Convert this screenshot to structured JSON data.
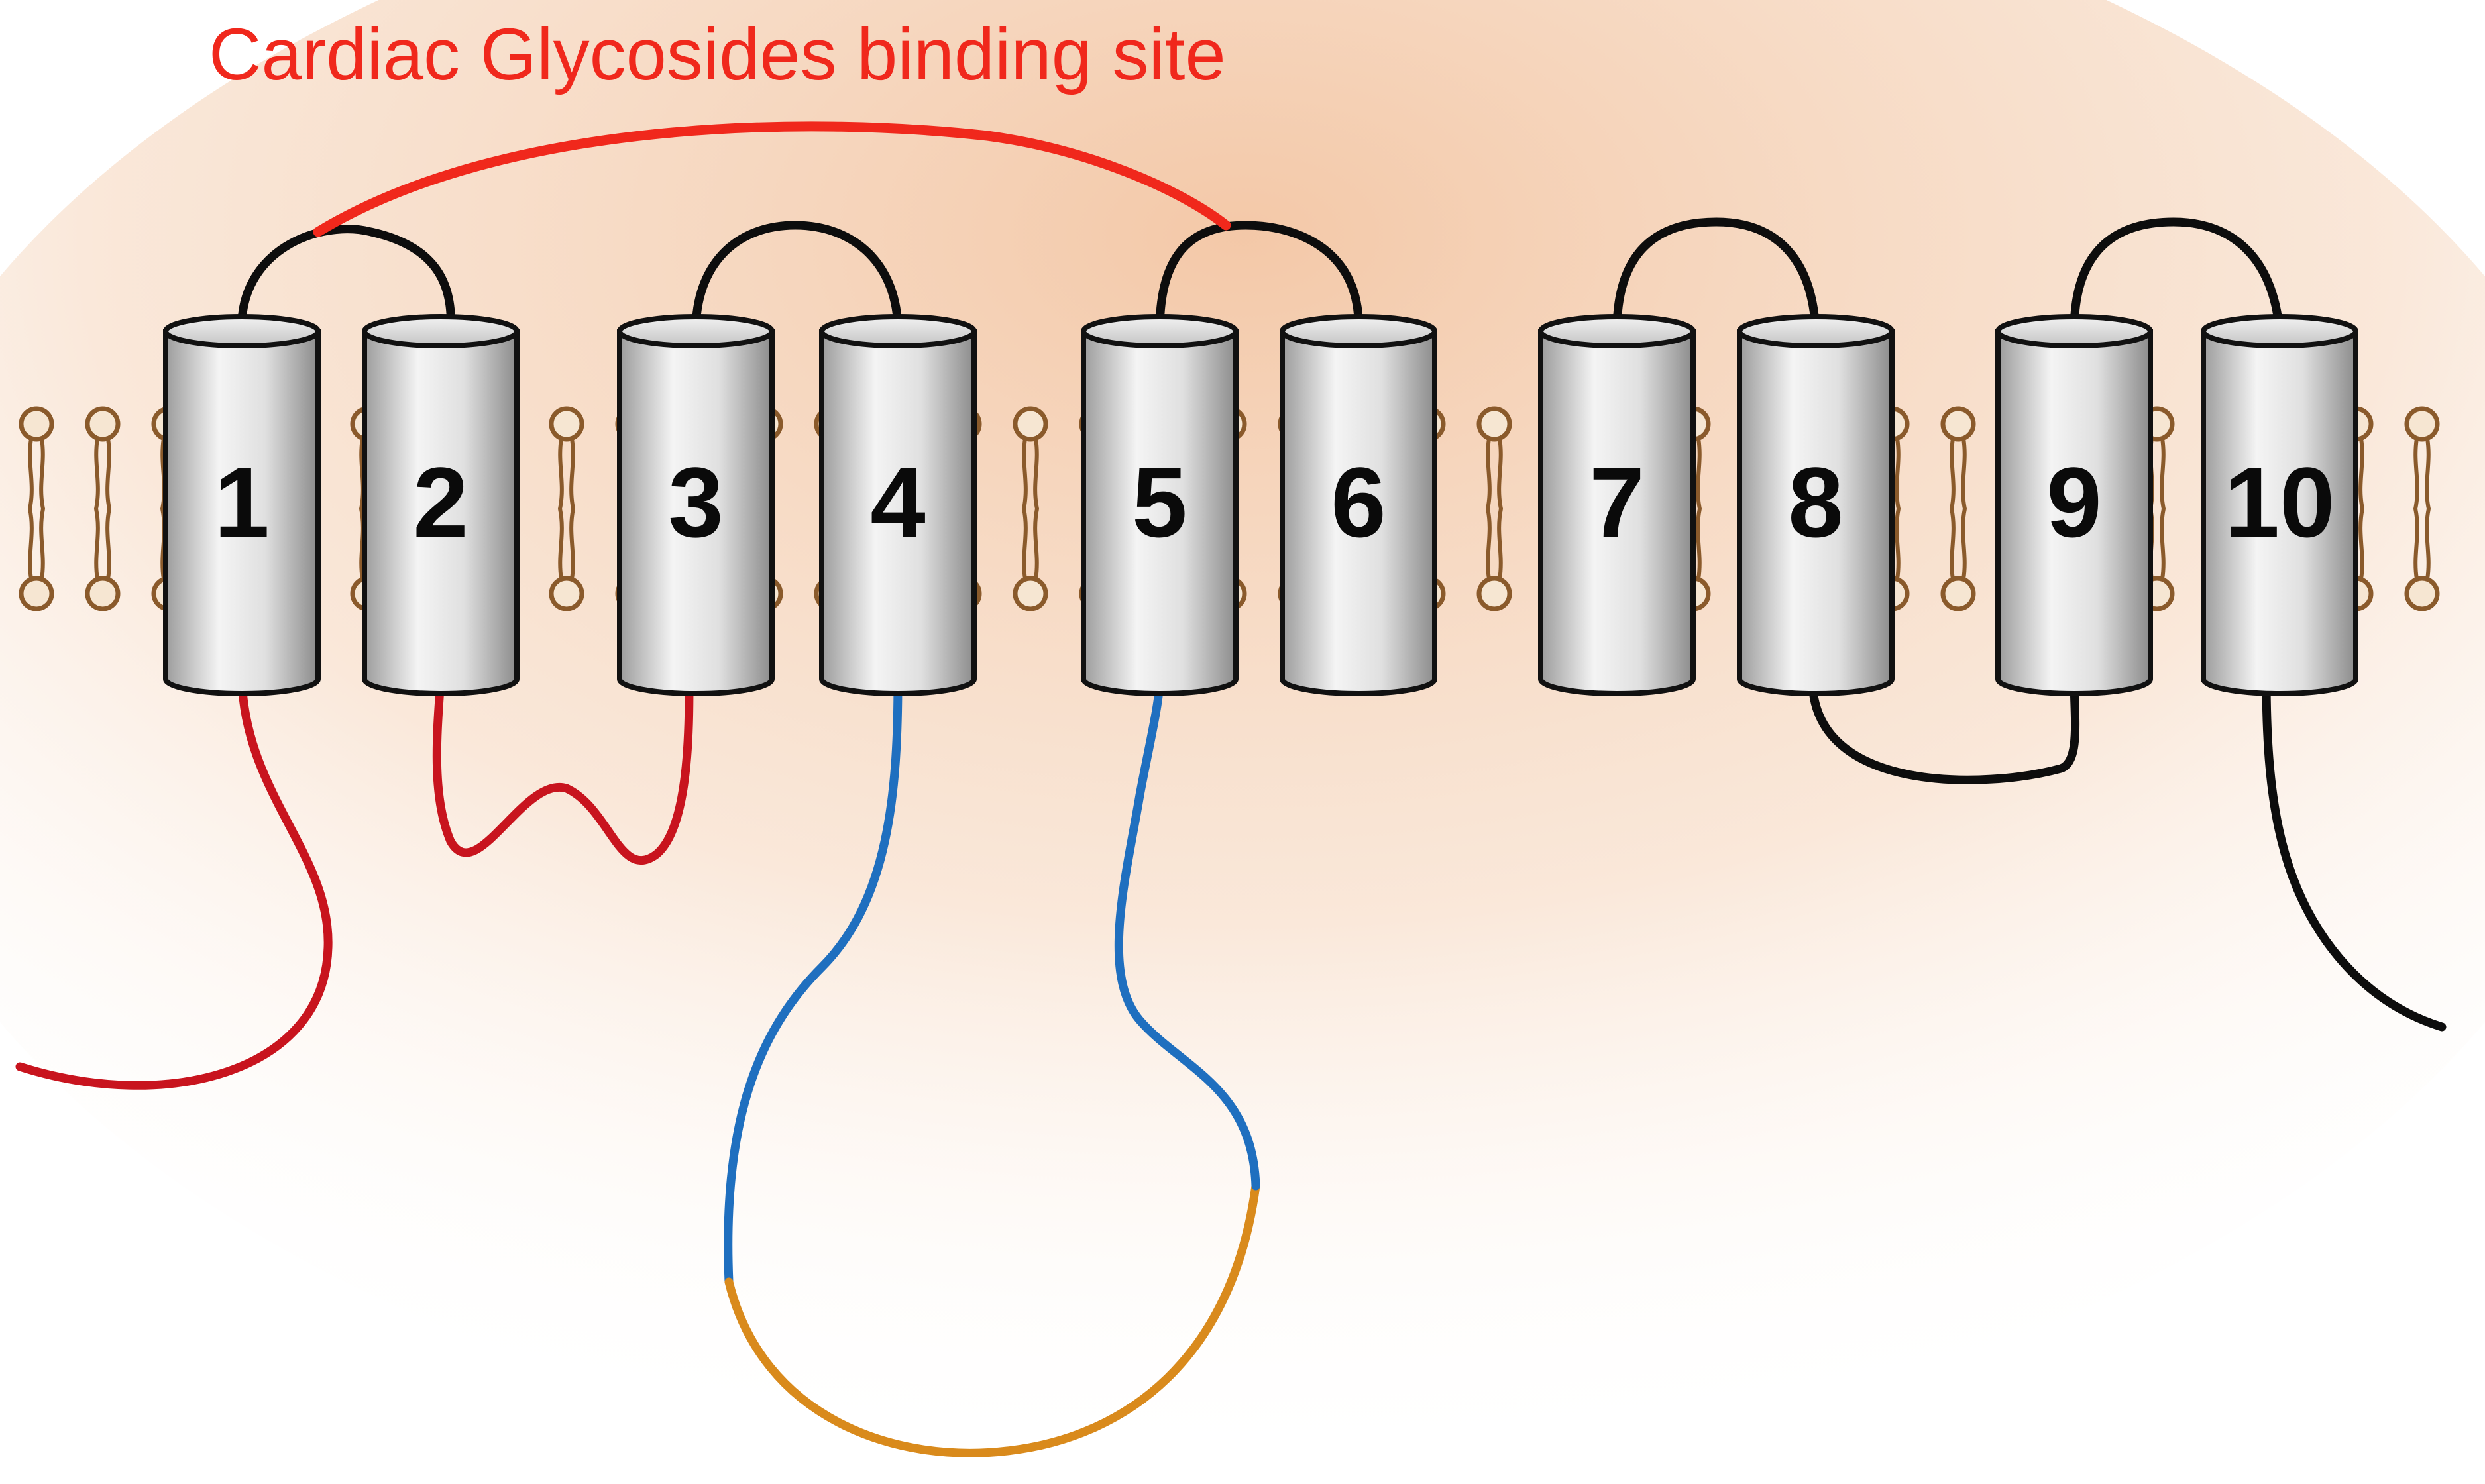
{
  "diagram": {
    "title": "Cardiac Glycosides binding site",
    "helices": [
      {
        "label": "1"
      },
      {
        "label": "2"
      },
      {
        "label": "3"
      },
      {
        "label": "4"
      },
      {
        "label": "5"
      },
      {
        "label": "6"
      },
      {
        "label": "7"
      },
      {
        "label": "8"
      },
      {
        "label": "9"
      },
      {
        "label": "10"
      }
    ],
    "colors": {
      "binding_site": "#f0281c",
      "red_loop": "#c8141e",
      "blue_loop": "#1f6fbf",
      "orange_loop": "#d98a1c",
      "black_loop": "#0d0d0d",
      "lipid": "#8a5a2b",
      "cytoplasm": "#f3c7a6",
      "helix_fill": "#d0d0d0"
    }
  }
}
